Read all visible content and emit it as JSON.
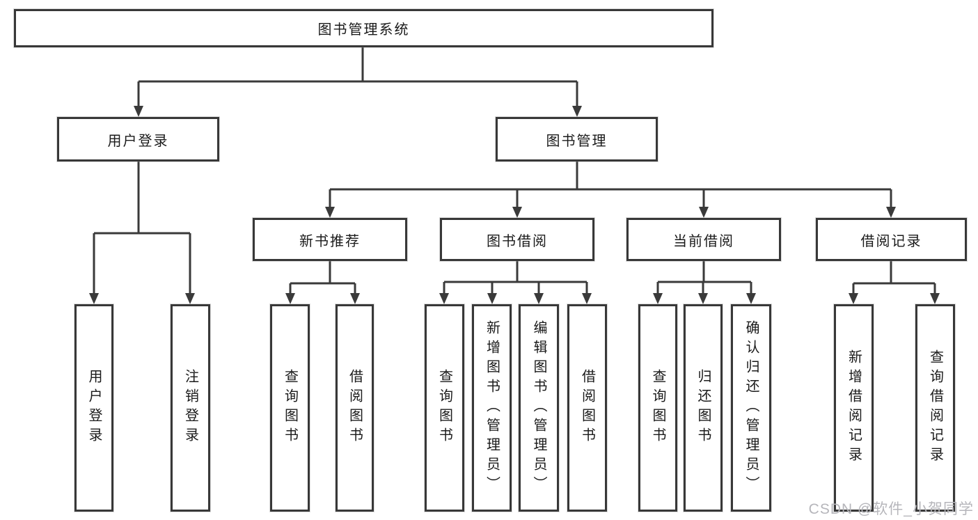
{
  "diagram": {
    "root": {
      "label": "图书管理系统"
    },
    "level2": {
      "user_login": {
        "label": "用户登录"
      },
      "book_mgmt": {
        "label": "图书管理"
      }
    },
    "level3": {
      "new_book_rec": {
        "label": "新书推荐"
      },
      "book_borrow": {
        "label": "图书借阅"
      },
      "current_borrow": {
        "label": "当前借阅"
      },
      "borrow_record": {
        "label": "借阅记录"
      }
    },
    "leaves": {
      "user_login": {
        "label": "用户登录"
      },
      "logout": {
        "label": "注销登录"
      },
      "rec_query_book": {
        "label": "查询图书"
      },
      "rec_borrow_book": {
        "label": "借阅图书"
      },
      "bb_query_book": {
        "label": "查询图书"
      },
      "bb_add_book": {
        "label": "新增图书（管理员）"
      },
      "bb_edit_book": {
        "label": "编辑图书（管理员）"
      },
      "bb_borrow_book": {
        "label": "借阅图书"
      },
      "cb_query_book": {
        "label": "查询图书"
      },
      "cb_return_book": {
        "label": "归还图书"
      },
      "cb_confirm_return": {
        "label": "确认归还（管理员）"
      },
      "br_add_record": {
        "label": "新增借阅记录"
      },
      "br_query_record": {
        "label": "查询借阅记录"
      }
    }
  },
  "watermark": {
    "text": "CSDN @软件_小贺同学"
  },
  "colors": {
    "line": "#3a3a3a",
    "box_border": "#383838",
    "text": "#1a1a1a",
    "watermark": "#b6b6bb",
    "background": "#ffffff"
  }
}
